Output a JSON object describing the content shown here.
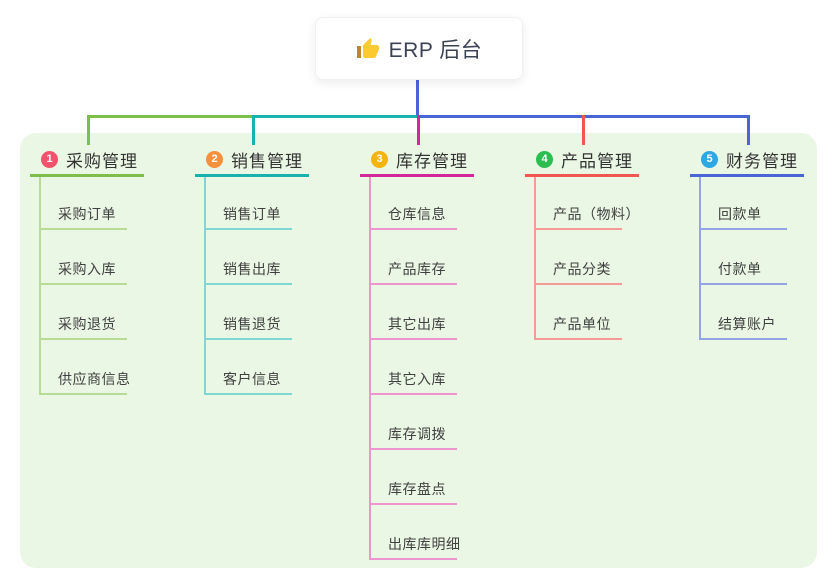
{
  "root": {
    "title": "ERP 后台",
    "icon": "thumbs-up-icon"
  },
  "colors": {
    "canvas_bg": "#ffffff",
    "panel_bg": "#EBF7E5",
    "root_connector": "#4A66D6",
    "root_text": "#3A4254",
    "title_text": "#333333",
    "child_text": "#404040",
    "badge_text": "#ffffff",
    "thumb_hand": "#FBCA2F",
    "thumb_sleeve": "#BD862C"
  },
  "branches": [
    {
      "badge": "1",
      "title": "采购管理",
      "badge_color": "#F0536B",
      "line_color": "#7EBE4B",
      "child_line_color": "#B8DC95",
      "children": [
        "采购订单",
        "采购入库",
        "采购退货",
        "供应商信息"
      ]
    },
    {
      "badge": "2",
      "title": "销售管理",
      "badge_color": "#F5913E",
      "line_color": "#19B2AC",
      "child_line_color": "#7FD7D2",
      "children": [
        "销售订单",
        "销售出库",
        "销售退货",
        "客户信息"
      ]
    },
    {
      "badge": "3",
      "title": "库存管理",
      "badge_color": "#F6B40E",
      "line_color": "#D2289C",
      "child_line_color": "#EE94CE",
      "children": [
        "仓库信息",
        "产品库存",
        "其它出库",
        "其它入库",
        "库存调拨",
        "库存盘点",
        "出库库明细"
      ]
    },
    {
      "badge": "4",
      "title": "产品管理",
      "badge_color": "#2DBE52",
      "line_color": "#F2574F",
      "child_line_color": "#F59B95",
      "children": [
        "产品（物料）",
        "产品分类",
        "产品单位"
      ]
    },
    {
      "badge": "5",
      "title": "财务管理",
      "badge_color": "#2EA7E5",
      "line_color": "#4A66D6",
      "child_line_color": "#93A5E4",
      "children": [
        "回款单",
        "付款单",
        "结算账户"
      ]
    }
  ]
}
